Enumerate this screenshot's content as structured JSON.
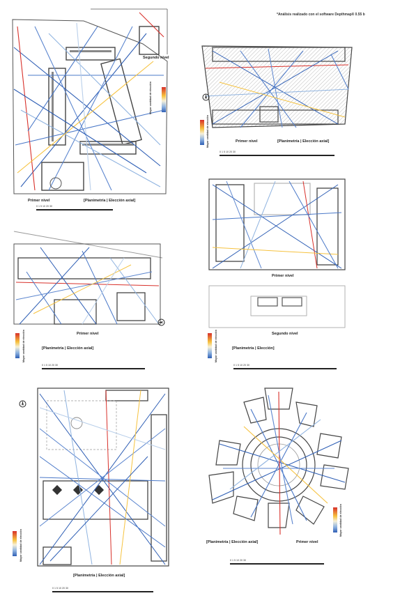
{
  "note": "*Análisis realizado con el software DepthmapX 0.55 b",
  "legend_text": [
    "Mayor cantidad",
    "de elección",
    "Mayor cantidad de",
    "de elección",
    "Mayor cantidad de",
    "de elección",
    "Mayor cantidad de",
    "de elección",
    "Mayor cantidad de",
    "de elección"
  ],
  "legend_texts": [
    "Mayor cantidad de elección",
    "Mayor cantidad de elección",
    "Mayor cantidad de elección",
    "Mayor cantidad de elección",
    "Mayor cantidad de elección"
  ],
  "scale_ticks": "0 1   5    10          20         30",
  "labels": {
    "p1_level": "Primer nivel",
    "p1_segundo": "Segundo nivel",
    "p1_title": "[Planimetría | Elección axial]",
    "p2_level": "Primer nivel",
    "p2_title": "[Planimetría | Elección axial]",
    "p3_level": "Primer nivel",
    "p3_title": "[Planimetría | Elección axial]",
    "p4_level": "Primer nivel",
    "p4_level2": "Segundo nivel",
    "p4_title": "[Planimetría | Elección]",
    "p5_title": "[Planimetría | Elección axial]",
    "p6_title": "[Planimetría | Elección axial]",
    "p6_level": "Primer nivel"
  },
  "colors": {
    "high": "#d8302a",
    "mid_high": "#f6c23e",
    "mid": "#f6f0d8",
    "mid_low": "#8fb3e0",
    "low": "#2f5fb5",
    "wall": "#555555"
  }
}
